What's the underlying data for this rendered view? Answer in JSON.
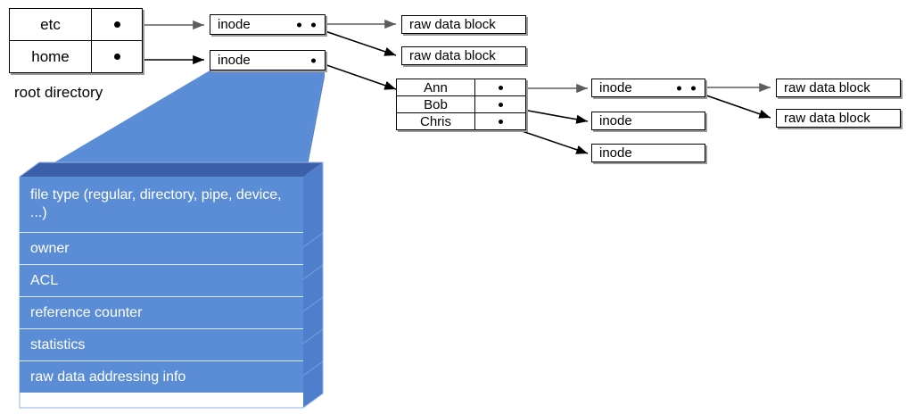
{
  "title": "UNIX inode / directory structure diagram",
  "root_directory": {
    "caption": "root directory",
    "entries": [
      {
        "name": "etc",
        "pointer": "●"
      },
      {
        "name": "home",
        "pointer": "●"
      }
    ]
  },
  "top_inodes": [
    {
      "label": "inode",
      "pointer_count": 2
    },
    {
      "label": "inode",
      "pointer_count": 1
    }
  ],
  "top_raw_blocks": [
    {
      "label": "raw data block"
    },
    {
      "label": "raw data block"
    }
  ],
  "home_directory": {
    "entries": [
      {
        "name": "Ann",
        "pointer": "●"
      },
      {
        "name": "Bob",
        "pointer": "●"
      },
      {
        "name": "Chris",
        "pointer": "●"
      }
    ]
  },
  "user_inodes": [
    {
      "label": "inode",
      "pointer_count": 2
    },
    {
      "label": "inode",
      "pointer_count": 0
    },
    {
      "label": "inode",
      "pointer_count": 0
    }
  ],
  "right_raw_blocks": [
    {
      "label": "raw data block"
    },
    {
      "label": "raw data block"
    }
  ],
  "inode_detail": {
    "fields": [
      "file type (regular, directory, pipe, device, ...)",
      "owner",
      "ACL",
      "reference counter",
      "statistics",
      "raw data addressing info"
    ]
  },
  "colors": {
    "blue_front": "#5b8dd6",
    "blue_top": "#3b5fa8",
    "blue_side": "#4f7fcc",
    "blue_divider": "#dfe8f7",
    "line": "#000000",
    "gray_line": "#6b6b6b",
    "shadow": "#9a9a9a"
  }
}
